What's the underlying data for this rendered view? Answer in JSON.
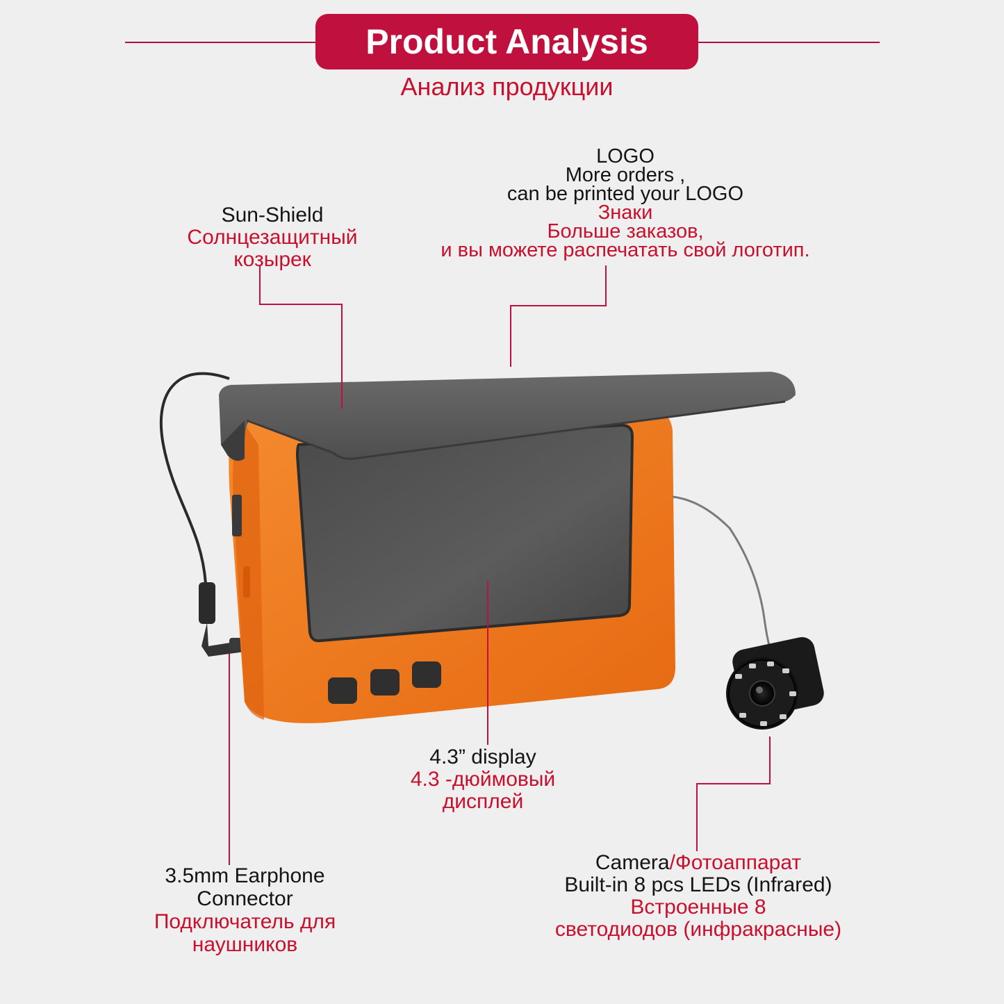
{
  "header": {
    "title": "Product Analysis",
    "subtitle": "Анализ продукции"
  },
  "callouts": {
    "sun_shield": {
      "en": "Sun-Shield",
      "ru_line1": "Солнцезащитный",
      "ru_line2": "козырек"
    },
    "logo": {
      "en_line1": "LOGO",
      "en_line2": "More orders ,",
      "en_line3": "can be printed  your LOGO",
      "ru_line1": "Знаки",
      "ru_line2": "Больше заказов,",
      "ru_line3": "и вы можете распечатать свой логотип."
    },
    "display": {
      "en": "4.3” display",
      "ru_line1": "4.3 -дюймовый",
      "ru_line2": "дисплей"
    },
    "earphone": {
      "en_line1": "3.5mm  Earphone",
      "en_line2": "Connector",
      "ru_line1": "Подключатель для",
      "ru_line2": "наушников"
    },
    "camera": {
      "en": "Camera",
      "separator": "/",
      "ru": "Фотоаппарат",
      "en_line2": "Built-in 8 pcs LEDs (Infrared)",
      "ru_line2": "Встроенные 8",
      "ru_line3": "светодиодов (инфракрасные)"
    }
  },
  "colors": {
    "accent": "#c0103d",
    "label_red": "#c8102e",
    "device_orange": "#f07a1e",
    "shield_gray": "#5a5a5a",
    "background": "#efefef"
  }
}
